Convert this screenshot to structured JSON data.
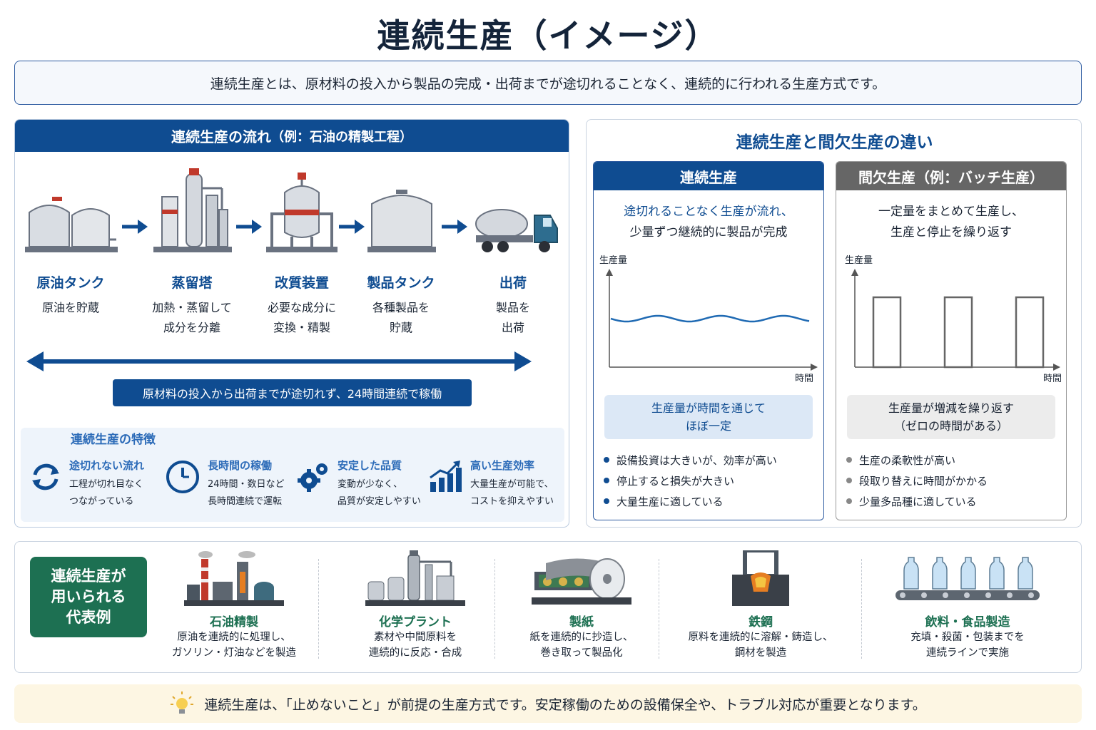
{
  "title": "連続生産（イメージ）",
  "intro": "連続生産とは、原材料の投入から製品の完成・出荷までが途切れることなく、連続的に行われる生産方式です。",
  "flow": {
    "header_main": "連続生産の流れ",
    "header_sub": "（例：石油の精製工程）",
    "steps": [
      {
        "name": "原油タンク",
        "desc1": "原油を貯蔵",
        "desc2": ""
      },
      {
        "name": "蒸留塔",
        "desc1": "加熱・蒸留して",
        "desc2": "成分を分離"
      },
      {
        "name": "改質装置",
        "desc1": "必要な成分に",
        "desc2": "変換・精製"
      },
      {
        "name": "製品タンク",
        "desc1": "各種製品を",
        "desc2": "貯蔵"
      },
      {
        "name": "出荷",
        "desc1": "製品を",
        "desc2": "出荷"
      }
    ],
    "continuous_label": "原材料の投入から出荷までが途切れず、24時間連続で稼働"
  },
  "features": {
    "title": "連続生産の特徴",
    "items": [
      {
        "icon": "cycle-icon",
        "title": "途切れない流れ",
        "desc1": "工程が切れ目なく",
        "desc2": "つながっている"
      },
      {
        "icon": "clock-icon",
        "title": "長時間の稼働",
        "desc1": "24時間・数日など",
        "desc2": "長時間連続で運転"
      },
      {
        "icon": "gears-icon",
        "title": "安定した品質",
        "desc1": "変動が少なく、",
        "desc2": "品質が安定しやすい"
      },
      {
        "icon": "growth-chart-icon",
        "title": "高い生産効率",
        "desc1": "大量生産が可能で、",
        "desc2": "コストを抑えやすい"
      }
    ]
  },
  "comparison": {
    "title": "連続生産と間欠生産の違い",
    "continuous": {
      "head": "連続生産",
      "sub1": "途切れることなく生産が流れ、",
      "sub2": "少量ずつ継続的に製品が完成",
      "ylabel": "生産量",
      "xlabel": "時間",
      "summary1": "生産量が時間を通じて",
      "summary2": "ほぼ一定",
      "bullets": [
        "設備投資は大きいが、効率が高い",
        "停止すると損失が大きい",
        "大量生産に適している"
      ]
    },
    "batch": {
      "head": "間欠生産（例：バッチ生産）",
      "sub1": "一定量をまとめて生産し、",
      "sub2": "生産と停止を繰り返す",
      "ylabel": "生産量",
      "xlabel": "時間",
      "summary1": "生産量が増減を繰り返す",
      "summary2": "（ゼロの時間がある）",
      "bullets": [
        "生産の柔軟性が高い",
        "段取り替えに時間がかかる",
        "少量多品種に適している"
      ]
    }
  },
  "examples": {
    "label1": "連続生産が",
    "label2": "用いられる",
    "label3": "代表例",
    "items": [
      {
        "icon": "refinery-icon",
        "name": "石油精製",
        "desc1": "原油を連続的に処理し、",
        "desc2": "ガソリン・灯油などを製造"
      },
      {
        "icon": "chemical-plant-icon",
        "name": "化学プラント",
        "desc1": "素材や中間原料を",
        "desc2": "連続的に反応・合成"
      },
      {
        "icon": "paper-machine-icon",
        "name": "製紙",
        "desc1": "紙を連続的に抄造し、",
        "desc2": "巻き取って製品化"
      },
      {
        "icon": "steel-casting-icon",
        "name": "鉄鋼",
        "desc1": "原料を連続的に溶解・鋳造し、",
        "desc2": "鋼材を製造"
      },
      {
        "icon": "bottle-conveyor-icon",
        "name": "飲料・食品製造",
        "desc1": "充填・殺菌・包装までを",
        "desc2": "連続ラインで実施"
      }
    ]
  },
  "note": "連続生産は、「止めないこと」が前提の生産方式です。安定稼働のための設備保全や、トラブル対応が重要となります。",
  "colors": {
    "primary": "#0f4c91",
    "accent_green": "#1d7052",
    "gray_head": "#666666",
    "note_bg": "#fdf6e3"
  }
}
